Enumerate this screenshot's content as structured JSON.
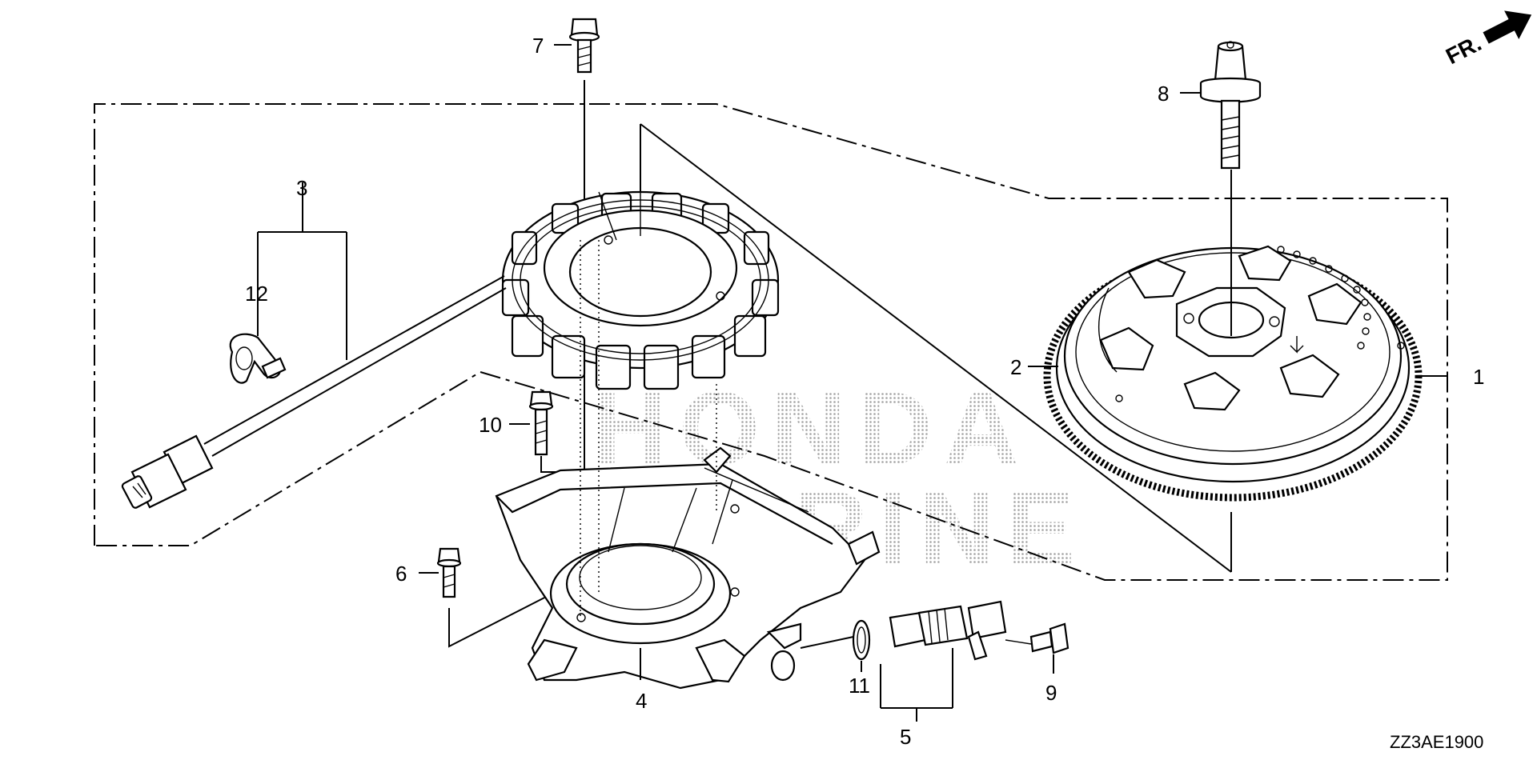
{
  "callouts": {
    "p1": "1",
    "p2": "2",
    "p3": "3",
    "p4": "4",
    "p5": "5",
    "p6": "6",
    "p7": "7",
    "p8": "8",
    "p9": "9",
    "p10": "10",
    "p11": "11",
    "p12": "12"
  },
  "direction_marker": "FR.",
  "watermark": {
    "line1": "HONDA",
    "line2": "MARINE"
  },
  "diagram_code": "ZZ3AE1900"
}
